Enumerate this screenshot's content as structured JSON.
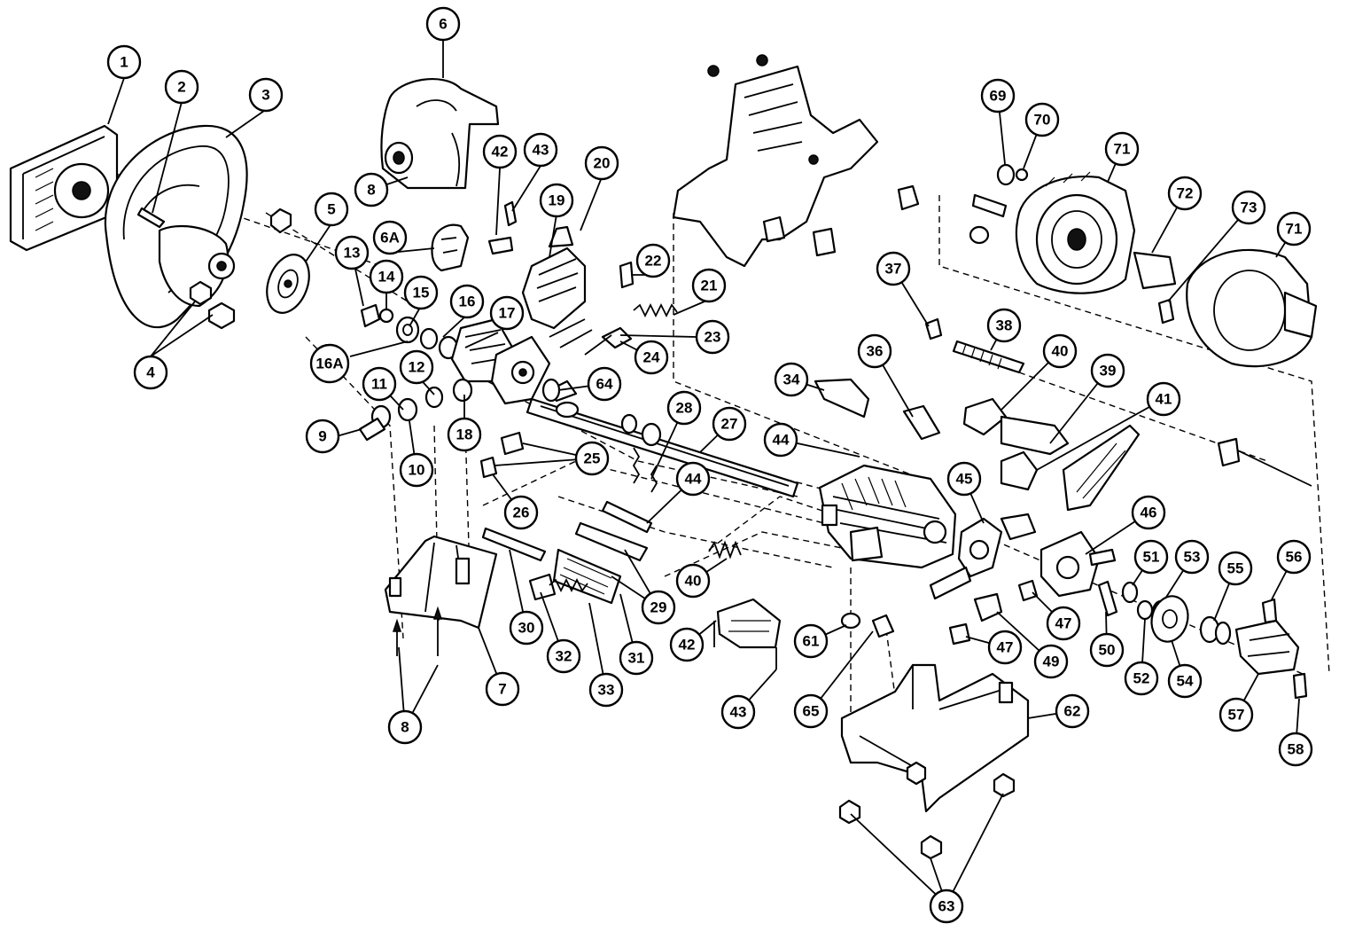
{
  "diagram": {
    "callouts": [
      {
        "key": "c1",
        "label": "1"
      },
      {
        "key": "c2",
        "label": "2"
      },
      {
        "key": "c3",
        "label": "3"
      },
      {
        "key": "c4",
        "label": "4"
      },
      {
        "key": "c5",
        "label": "5"
      },
      {
        "key": "c6",
        "label": "6"
      },
      {
        "key": "c6a",
        "label": "6A"
      },
      {
        "key": "c7",
        "label": "7"
      },
      {
        "key": "c8a",
        "label": "8"
      },
      {
        "key": "c8b",
        "label": "8"
      },
      {
        "key": "c9",
        "label": "9"
      },
      {
        "key": "c10",
        "label": "10"
      },
      {
        "key": "c11",
        "label": "11"
      },
      {
        "key": "c12",
        "label": "12"
      },
      {
        "key": "c13",
        "label": "13"
      },
      {
        "key": "c14",
        "label": "14"
      },
      {
        "key": "c15",
        "label": "15"
      },
      {
        "key": "c16",
        "label": "16"
      },
      {
        "key": "c16a",
        "label": "16A"
      },
      {
        "key": "c17",
        "label": "17"
      },
      {
        "key": "c18",
        "label": "18"
      },
      {
        "key": "c19",
        "label": "19"
      },
      {
        "key": "c20",
        "label": "20"
      },
      {
        "key": "c21",
        "label": "21"
      },
      {
        "key": "c22",
        "label": "22"
      },
      {
        "key": "c23",
        "label": "23"
      },
      {
        "key": "c24",
        "label": "24"
      },
      {
        "key": "c25",
        "label": "25"
      },
      {
        "key": "c26",
        "label": "26"
      },
      {
        "key": "c27",
        "label": "27"
      },
      {
        "key": "c28",
        "label": "28"
      },
      {
        "key": "c29",
        "label": "29"
      },
      {
        "key": "c30",
        "label": "30"
      },
      {
        "key": "c31",
        "label": "31"
      },
      {
        "key": "c32",
        "label": "32"
      },
      {
        "key": "c33",
        "label": "33"
      },
      {
        "key": "c34",
        "label": "34"
      },
      {
        "key": "c36",
        "label": "36"
      },
      {
        "key": "c37",
        "label": "37"
      },
      {
        "key": "c38",
        "label": "38"
      },
      {
        "key": "c39",
        "label": "39"
      },
      {
        "key": "c40a",
        "label": "40"
      },
      {
        "key": "c40b",
        "label": "40"
      },
      {
        "key": "c41",
        "label": "41"
      },
      {
        "key": "c42a",
        "label": "42"
      },
      {
        "key": "c42b",
        "label": "42"
      },
      {
        "key": "c43a",
        "label": "43"
      },
      {
        "key": "c43b",
        "label": "43"
      },
      {
        "key": "c44a",
        "label": "44"
      },
      {
        "key": "c44b",
        "label": "44"
      },
      {
        "key": "c45",
        "label": "45"
      },
      {
        "key": "c46",
        "label": "46"
      },
      {
        "key": "c47a",
        "label": "47"
      },
      {
        "key": "c47b",
        "label": "47"
      },
      {
        "key": "c49",
        "label": "49"
      },
      {
        "key": "c50",
        "label": "50"
      },
      {
        "key": "c51",
        "label": "51"
      },
      {
        "key": "c52",
        "label": "52"
      },
      {
        "key": "c53",
        "label": "53"
      },
      {
        "key": "c54",
        "label": "54"
      },
      {
        "key": "c55",
        "label": "55"
      },
      {
        "key": "c56",
        "label": "56"
      },
      {
        "key": "c57",
        "label": "57"
      },
      {
        "key": "c58",
        "label": "58"
      },
      {
        "key": "c61",
        "label": "61"
      },
      {
        "key": "c62",
        "label": "62"
      },
      {
        "key": "c63",
        "label": "63"
      },
      {
        "key": "c64",
        "label": "64"
      },
      {
        "key": "c65",
        "label": "65"
      },
      {
        "key": "c69",
        "label": "69"
      },
      {
        "key": "c70",
        "label": "70"
      },
      {
        "key": "c71a",
        "label": "71"
      },
      {
        "key": "c71b",
        "label": "71"
      },
      {
        "key": "c72",
        "label": "72"
      },
      {
        "key": "c73",
        "label": "73"
      }
    ]
  }
}
